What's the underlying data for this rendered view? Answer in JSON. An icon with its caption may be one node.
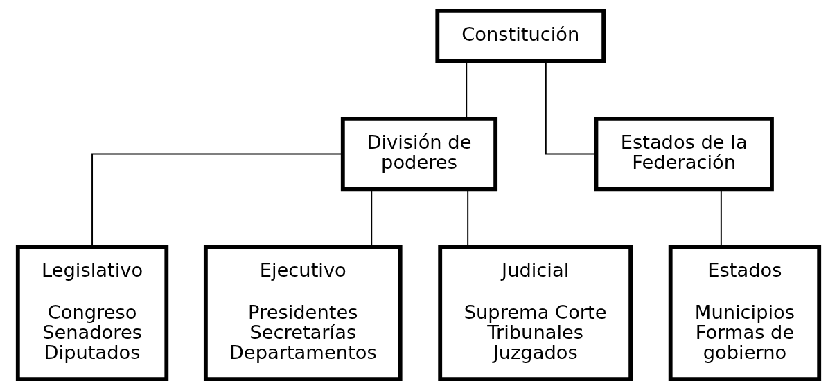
{
  "diagram": {
    "nodes": [
      {
        "text": [
          "Constitución"
        ]
      },
      {
        "text": [
          "División de poderes"
        ]
      },
      {
        "text": [
          "Estados de la Federación"
        ]
      },
      {
        "text": [
          "Legislativo",
          "Congreso Senadores Diputados"
        ]
      },
      {
        "text": [
          "Ejecutivo",
          "Presidentes Secretarías Departamentos"
        ]
      },
      {
        "text": [
          "Judicial",
          "Suprema Corte Tribunales Juzgados"
        ]
      },
      {
        "text": [
          "Estados",
          "Municipios Formas de gobierno"
        ]
      }
    ],
    "edges": [
      {
        "from": 0,
        "to": 1,
        "arrow": "none"
      },
      {
        "from": 0,
        "to": 2,
        "arrow": "none"
      },
      {
        "from": 1,
        "to": 3,
        "arrow": "none"
      },
      {
        "from": 1,
        "to": 4,
        "arrow": "none"
      },
      {
        "from": 1,
        "to": 5,
        "arrow": "none"
      },
      {
        "from": 2,
        "to": 6,
        "arrow": "none"
      }
    ]
  }
}
